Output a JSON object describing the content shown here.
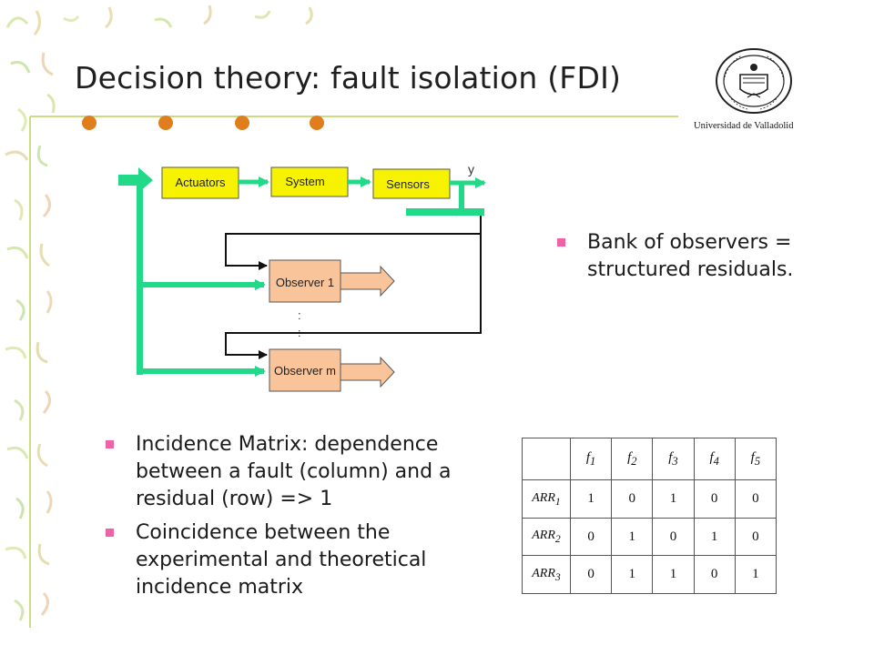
{
  "slide": {
    "title": "Decision theory: fault isolation (FDI)",
    "university": "Universidad de Valladolid",
    "accent_bullet_color": "#f062a6",
    "title_dot_color": "#e07d1c"
  },
  "diagram": {
    "blocks": {
      "actuators": "Actuators",
      "system": "System",
      "sensors": "Sensors",
      "observer_1": "Observer 1",
      "observer_m": "Observer m"
    },
    "output_label": "y",
    "ellipsis": ":",
    "colors": {
      "block_yellow": "#f7f200",
      "block_peach": "#f9c49a",
      "line_green": "#22d98a",
      "line_black": "#111111"
    }
  },
  "right_bullets": [
    "Bank of observers = structured residuals."
  ],
  "left_bullets": [
    "Incidence Matrix: dependence between a fault (column) and a residual (row) => 1",
    "Coincidence between the experimental and theoretical incidence matrix"
  ],
  "incidence_matrix": {
    "columns": [
      {
        "sym": "f",
        "sub": "1"
      },
      {
        "sym": "f",
        "sub": "2"
      },
      {
        "sym": "f",
        "sub": "3"
      },
      {
        "sym": "f",
        "sub": "4"
      },
      {
        "sym": "f",
        "sub": "5"
      }
    ],
    "rows": [
      {
        "sym": "ARR",
        "sub": "1",
        "values": [
          "1",
          "0",
          "1",
          "0",
          "0"
        ]
      },
      {
        "sym": "ARR",
        "sub": "2",
        "values": [
          "0",
          "1",
          "0",
          "1",
          "0"
        ]
      },
      {
        "sym": "ARR",
        "sub": "3",
        "values": [
          "0",
          "1",
          "1",
          "0",
          "1"
        ]
      }
    ]
  }
}
